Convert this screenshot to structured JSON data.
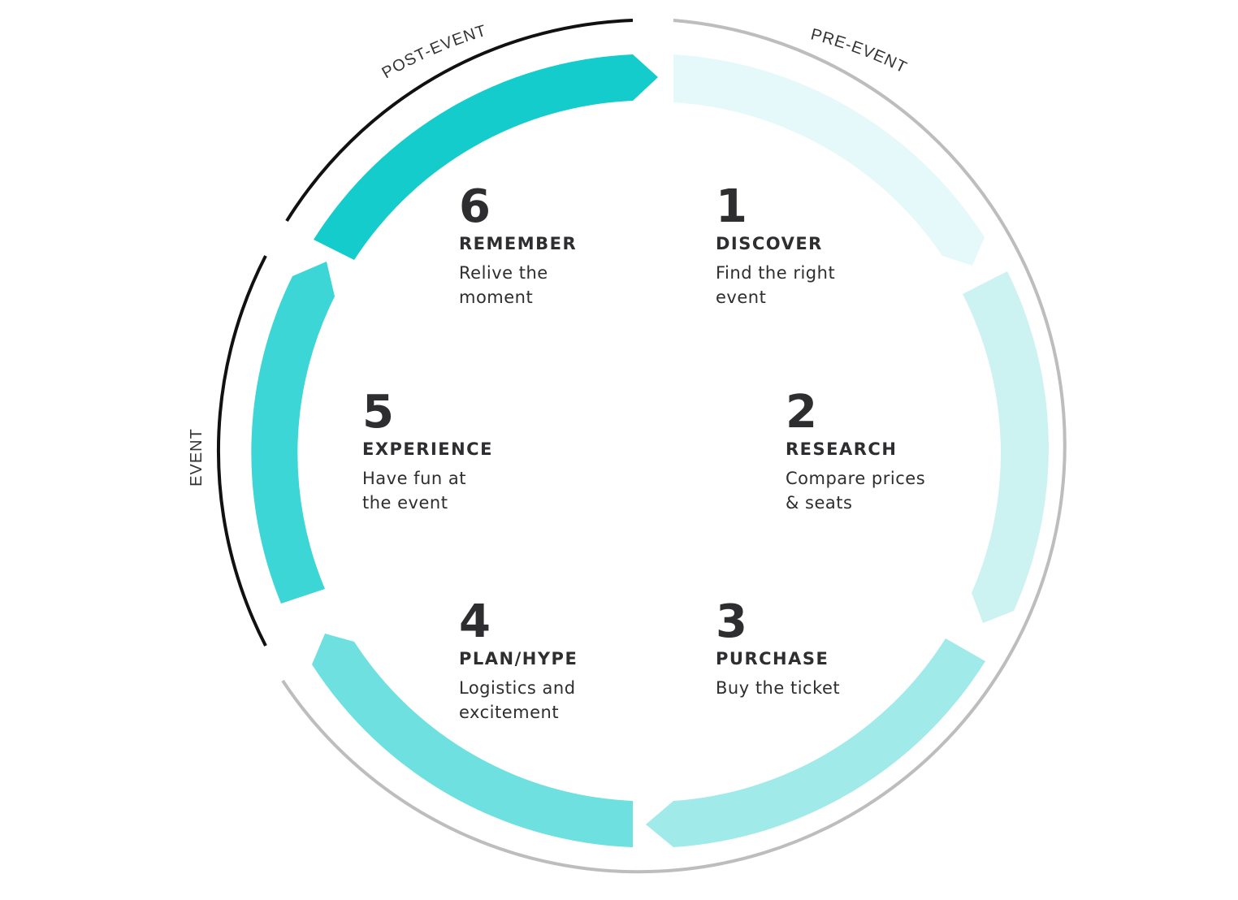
{
  "phases": [
    {
      "label": "PRE-EVENT",
      "color": "#bdbdbd"
    },
    {
      "label": "EVENT",
      "color": "#111111"
    },
    {
      "label": "POST-EVENT",
      "color": "#111111"
    }
  ],
  "steps": [
    {
      "number": "1",
      "title": "DISCOVER",
      "desc": [
        "Find the right",
        "event"
      ],
      "color": "#e5f8fa"
    },
    {
      "number": "2",
      "title": "RESEARCH",
      "desc": [
        "Compare prices",
        "& seats"
      ],
      "color": "#cdf2f2"
    },
    {
      "number": "3",
      "title": "PURCHASE",
      "desc": [
        "Buy the ticket"
      ],
      "color": "#a1eaea"
    },
    {
      "number": "4",
      "title": "PLAN/HYPE",
      "desc": [
        "Logistics and",
        "excitement"
      ],
      "color": "#6ee0e0"
    },
    {
      "number": "5",
      "title": "EXPERIENCE",
      "desc": [
        "Have fun at",
        "the event"
      ],
      "color": "#3dd6d6"
    },
    {
      "number": "6",
      "title": "REMEMBER",
      "desc": [
        "Relive the",
        "moment"
      ],
      "color": "#14cccc"
    }
  ]
}
